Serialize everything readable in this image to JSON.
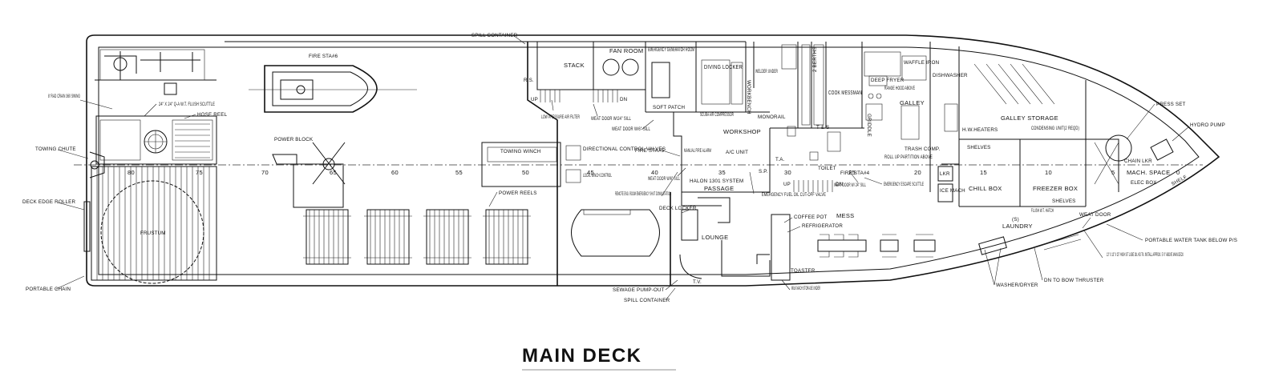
{
  "title": "MAIN DECK",
  "frame_numbers": [
    "80",
    "75",
    "70",
    "65",
    "60",
    "55",
    "50",
    "45",
    "40",
    "35",
    "30",
    "25",
    "20",
    "15",
    "10",
    "5",
    "0"
  ],
  "room_labels": {
    "stack": "STACK",
    "fan_room": "FAN ROOM",
    "emergency_generator_room": "EMERGENCY GENERATOR ROOM",
    "diving_locker": "DIVING LOCKER",
    "workbench": "WORKBENCH",
    "cook_messman": "COOK MESSMAN",
    "two_berths": "2 BERTHS",
    "galley": "GALLEY",
    "galley_storage": "GALLEY STORAGE",
    "workshop": "WORKSHOP",
    "passage": "PASSAGE",
    "lounge": "LOUNGE",
    "mess": "MESS",
    "laundry": "LAUNDRY",
    "chill_box": "CHILL BOX",
    "freezer_box": "FREEZER BOX",
    "mach_space": "MACH. SPACE",
    "towing_winch": "TOWING WINCH",
    "frustum": "FRUSTUM",
    "toilet": "TOILET",
    "t_and_s": "T & S",
    "ac_unit": "A/C UNIT",
    "lkr": "LKR",
    "ice_mach": "ICE MACH",
    "shelves": "SHELVES",
    "shelf": "SHELF",
    "hm_heaters": "H.W.HEATERS",
    "griddle": "GRIDDLE",
    "waffle_iron": "WAFFLE IRON",
    "deep_fryer": "DEEP FRYER",
    "rs": "R.S.",
    "tv": "T.V.",
    "ta": "T.A.",
    "sp": "S.P.",
    "up": "UP",
    "dn": "DN"
  },
  "callouts": {
    "spill_container_top": "SPILL CONTAINER",
    "fire_sta_6": "FIRE STA#6",
    "rad_crain": "8' RAD CRAIN 360 SWING",
    "scuttle": "24\" X 24\" Q-A W.T. FLUSH SCUTTLE",
    "hose_reel": "HOSE REEL",
    "towing_chute": "TOWING CHUTE",
    "deck_edge_roller": "DECK EDGE ROLLER",
    "portable_chain": "PORTABLE CHAIN",
    "power_block": "POWER BLOCK",
    "power_reels": "POWER REELS",
    "low_pressure_air_filter": "LOW PRESSURE AIR FILTER",
    "weat_door_24": "WEAT DOOR W/24\" SILL",
    "weat_door_6_a": "WEAT DOOR W/6\" SILL",
    "weat_door_6_b": "WEAT DOOR W/6\" SILL",
    "soft_patch": "SOFT PATCH",
    "scuba_air_compressor": "SCUBA AIR COMPRESSOR",
    "welder_under": "WELDER UNDER",
    "monorail": "MONORAIL",
    "directional_control_valves": "DIRECTIONAL CONTROL VALVES",
    "local_winch_control": "LOCAL WINCH CONTROL",
    "fire_sta_5": "FIRE STA#5",
    "manual_fire_alarm": "MANUAL FIRE ALARM",
    "halon": "HALON 1301 SYSTEM",
    "remote_eng_room": "REMOTE ENG. ROOM EMERGENCY SHUT DOWN STATION",
    "deck_locker": "DECK LOCKER",
    "emergency_fuel_oil": "EMERGENCY FUEL OIL CUT-OFF VALVE",
    "fire_sta_4": "FIRE STA#4",
    "weat_door_24_b": "WEAT DOOR W/ 24\" SILL",
    "emergency_escape_scuttle": "EMERGENCY ESCAPE SCUTTLE",
    "range_hood": "RANGE HOOD ABOVE",
    "roll_up_partition": "ROLL UP PARTITION ABOVE",
    "trash_comp": "TRASH COMP.",
    "dishwasher": "DISHWASHER",
    "condensing_unit": "CONDENSING UNIT(2 REQD)",
    "press_set": "PRESS SET",
    "hydro_pump": "HYDRO PUMP",
    "chain_lkr": "CHAIN LKR",
    "elec_box": "ELEC BOX",
    "weat_door": "WEAT DOOR",
    "flush_wt_hatch": "FLUSH W.T. HATCH",
    "portable_water_tank": "PORTABLE WATER TANK BELOW P/S",
    "lube_oil_tank": "13\" X 13\" X 25\" HIGH S/T LUBE OIL HD TK. INSTALL APPROX. 5'-0\" ABOVE MAIN DECK",
    "dn_to_bow_thruster": "DN TO BOW THRUSTER",
    "washer_dryer": "WASHER/DRYER",
    "coffee_pot": "COFFEE POT",
    "refrigerator": "REFRIGERATOR",
    "toaster": "TOASTER",
    "milk_mach": "MILK MACH STORAGE UNDER",
    "sewage_pump_out": "SEWAGE PUMP-OUT",
    "spill_container_bottom": "SPILL CONTAINER",
    "s_mark": "(S)"
  }
}
